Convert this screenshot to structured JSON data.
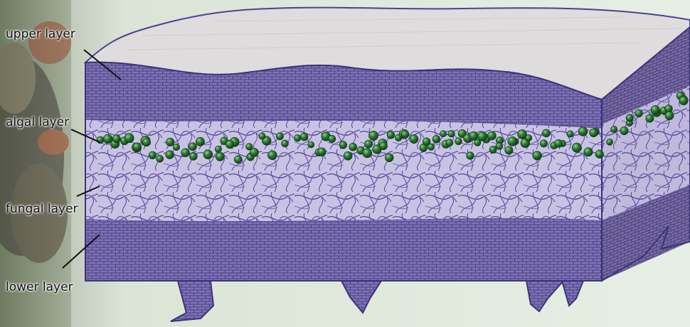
{
  "labels": {
    "upper": "upper layer",
    "algal": "algal layer",
    "fungal": "fungal layer",
    "lower": "lower layer"
  },
  "colors": {
    "cell_fill": "#7f72b4",
    "cell_line": "#3d3378",
    "top_surface": "#dedcdc",
    "hyphae_bg": "#c5c0e0",
    "algae": "#2f7d35",
    "algae_highlight": "#8fd18a",
    "photo_bg": "#c8d7c0"
  }
}
